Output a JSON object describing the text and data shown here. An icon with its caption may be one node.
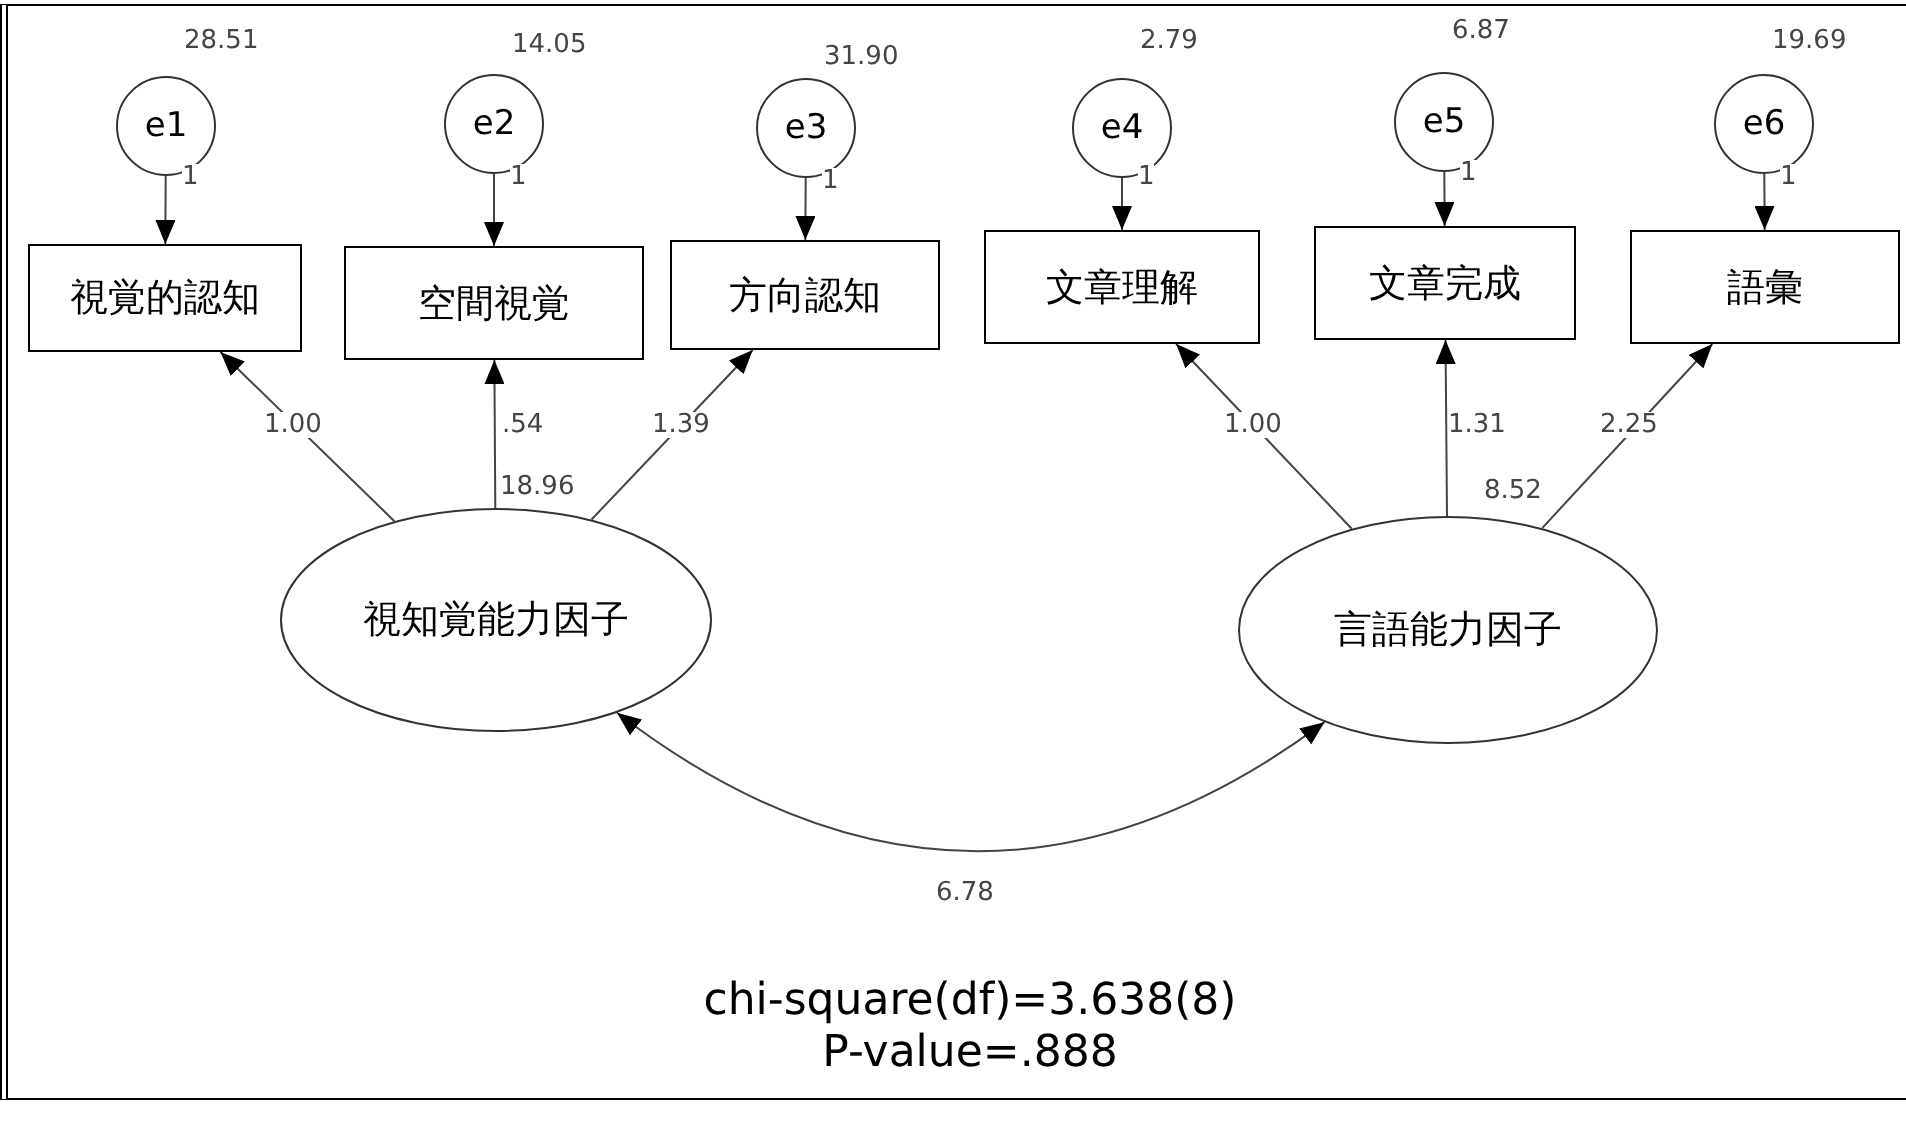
{
  "diagram": {
    "nodes": [
      {
        "text": [
          "e1"
        ],
        "beside": [
          "28.51"
        ]
      },
      {
        "text": [
          "e2"
        ],
        "beside": [
          "14.05"
        ]
      },
      {
        "text": [
          "e3"
        ],
        "beside": [
          "31.90"
        ]
      },
      {
        "text": [
          "e4"
        ],
        "beside": [
          "2.79"
        ]
      },
      {
        "text": [
          "e5"
        ],
        "beside": [
          "6.87"
        ]
      },
      {
        "text": [
          "e6"
        ],
        "beside": [
          "19.69"
        ]
      },
      {
        "text": [
          "視覚的認知"
        ]
      },
      {
        "text": [
          "空間視覚"
        ]
      },
      {
        "text": [
          "方向認知"
        ]
      },
      {
        "text": [
          "文章理解"
        ]
      },
      {
        "text": [
          "文章完成"
        ]
      },
      {
        "text": [
          "語彙"
        ]
      },
      {
        "text": [
          "視知覚能力因子"
        ],
        "beside": [
          "18.96"
        ]
      },
      {
        "text": [
          "言語能力因子"
        ],
        "beside": [
          "8.52"
        ]
      }
    ],
    "edges": [
      {
        "from": 0,
        "to": 6,
        "arrow": "to",
        "label": "1"
      },
      {
        "from": 1,
        "to": 7,
        "arrow": "to",
        "label": "1"
      },
      {
        "from": 2,
        "to": 8,
        "arrow": "to",
        "label": "1"
      },
      {
        "from": 3,
        "to": 9,
        "arrow": "to",
        "label": "1"
      },
      {
        "from": 4,
        "to": 10,
        "arrow": "to",
        "label": "1"
      },
      {
        "from": 5,
        "to": 11,
        "arrow": "to",
        "label": "1"
      },
      {
        "from": 12,
        "to": 6,
        "arrow": "to",
        "label": "1.00"
      },
      {
        "from": 12,
        "to": 7,
        "arrow": "to",
        "label": ".54"
      },
      {
        "from": 12,
        "to": 8,
        "arrow": "to",
        "label": "1.39"
      },
      {
        "from": 13,
        "to": 9,
        "arrow": "to",
        "label": "1.00"
      },
      {
        "from": 13,
        "to": 10,
        "arrow": "to",
        "label": "1.31"
      },
      {
        "from": 13,
        "to": 11,
        "arrow": "to",
        "label": "2.25"
      },
      {
        "from": 12,
        "to": 13,
        "arrow": "both",
        "label": "6.78"
      }
    ],
    "labels": [
      "chi-square(df)=3.638(8)",
      "P-value=.888"
    ]
  }
}
